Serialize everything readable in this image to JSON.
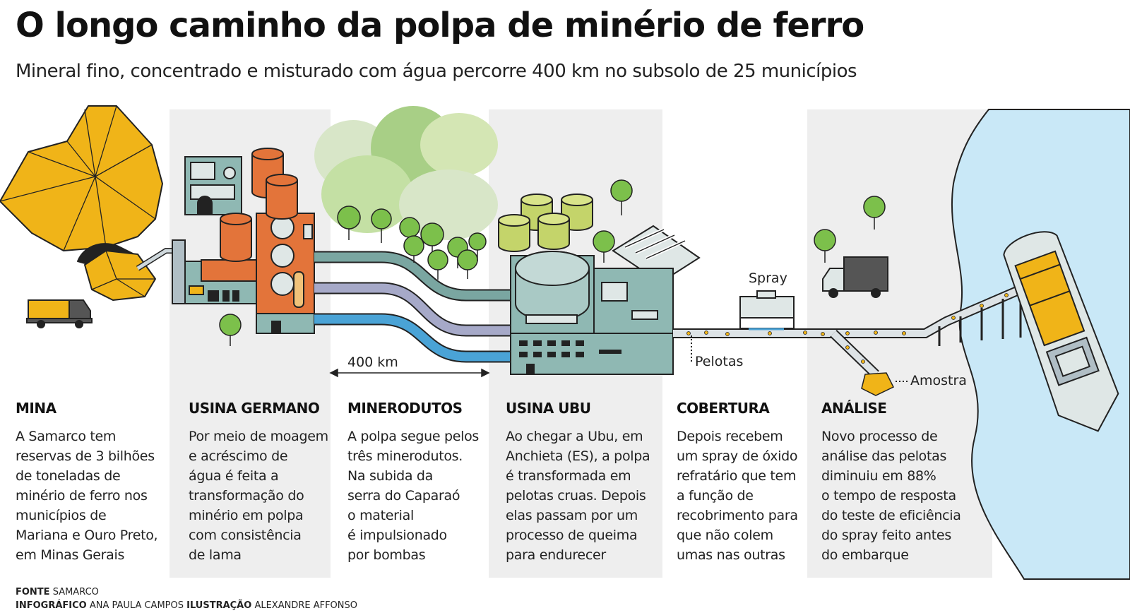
{
  "title": "O longo caminho da polpa de minério de ferro",
  "subtitle": "Mineral fino, concentrado e misturado com água percorre 400 km no subsolo de 25 municípios",
  "labels": {
    "distance": "400 km",
    "spray": "Spray",
    "pellets": "Pelotas",
    "sample": "Amostra"
  },
  "steps": [
    {
      "heading": "MINA",
      "lines": [
        "A Samarco tem",
        "reservas de 3 bilhões",
        "de toneladas de",
        "minério de ferro nos",
        "municípios de",
        "Mariana e Ouro Preto,",
        "em Minas Gerais"
      ]
    },
    {
      "heading": "USINA GERMANO",
      "lines": [
        "Por meio de moagem",
        "e acréscimo de",
        "água é feita a",
        "transformação do",
        "minério em polpa",
        "com consistência",
        "de lama"
      ]
    },
    {
      "heading": "MINERODUTOS",
      "lines": [
        "A polpa segue pelos",
        "três minerodutos.",
        "Na subida da",
        "serra do Caparaó",
        "o material",
        "é impulsionado",
        "por bombas"
      ]
    },
    {
      "heading": "USINA UBU",
      "lines": [
        "Ao chegar a Ubu, em",
        "Anchieta (ES), a polpa",
        "é transformada em",
        "pelotas cruas. Depois",
        "elas passam por um",
        "processo de queima",
        "para endurecer"
      ]
    },
    {
      "heading": "COBERTURA",
      "lines": [
        "Depois recebem",
        "um spray de óxido",
        "refratário que tem",
        "a função de",
        "recobrimento para",
        "que não colem",
        "umas nas outras"
      ]
    },
    {
      "heading": "ANÁLISE",
      "lines": [
        "Novo processo de",
        "análise das pelotas",
        "diminuiu em 88%",
        "o tempo de resposta",
        "do teste de eficiência",
        "do spray feito antes",
        "do embarque"
      ]
    }
  ],
  "credits": {
    "source_label": "FONTE",
    "source": "SAMARCO",
    "infographic_label": "INFOGRÁFICO",
    "infographic": "ANA PAULA CAMPOS",
    "illustration_label": "ILUSTRAÇÃO",
    "illustration": "ALEXANDRE AFFONSO"
  },
  "colors": {
    "ore": "#f0b418",
    "panel": "#eeeeee",
    "pipe_green": "#7aa6a1",
    "pipe_grey": "#a6a9c8",
    "pipe_blue": "#4aa3d6",
    "building_teal": "#8fb8b3",
    "tank_orange": "#e3743a",
    "tank_green": "#c4d46a",
    "sea": "#c9e8f7",
    "tree": "#7cc04b"
  }
}
